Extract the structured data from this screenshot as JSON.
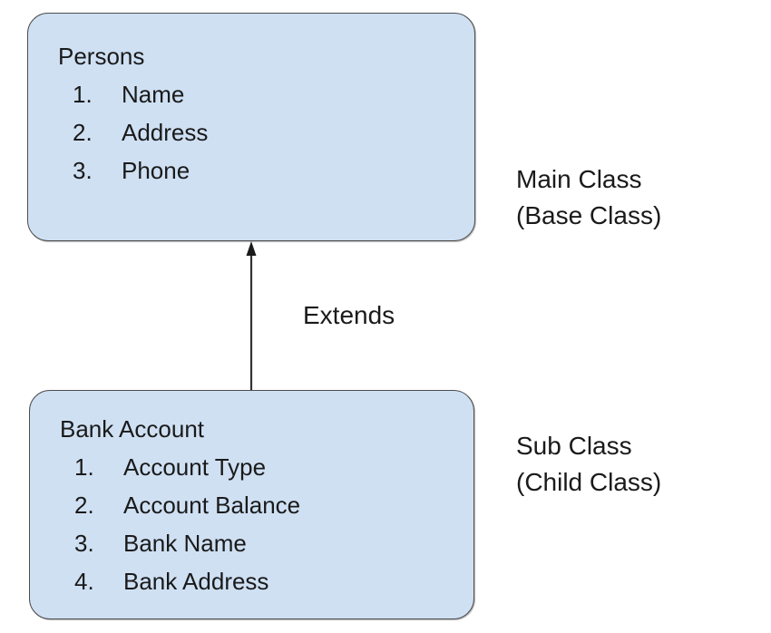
{
  "diagram": {
    "type": "class-inheritance-diagram",
    "colors": {
      "box_fill": "#cfe0f3",
      "box_border": "#4d4d4d",
      "text": "#1a1a1a",
      "connector": "#333333",
      "background": "#ffffff"
    },
    "base_class": {
      "title": "Persons",
      "members": [
        {
          "number": "1.",
          "label": "Name"
        },
        {
          "number": "2.",
          "label": "Address"
        },
        {
          "number": "3.",
          "label": "Phone"
        }
      ]
    },
    "child_class": {
      "title": "Bank Account",
      "members": [
        {
          "number": "1.",
          "label": "Account Type"
        },
        {
          "number": "2.",
          "label": "Account Balance"
        },
        {
          "number": "3.",
          "label": "Bank Name"
        },
        {
          "number": "4.",
          "label": "Bank Address"
        }
      ]
    },
    "relationship": {
      "label": "Extends",
      "direction": "child-to-base",
      "arrow": "open-up-arrow"
    },
    "annotations": {
      "base": {
        "line1": "Main Class",
        "line2": "(Base Class)"
      },
      "child": {
        "line1": "Sub Class",
        "line2": "(Child Class)"
      }
    }
  }
}
